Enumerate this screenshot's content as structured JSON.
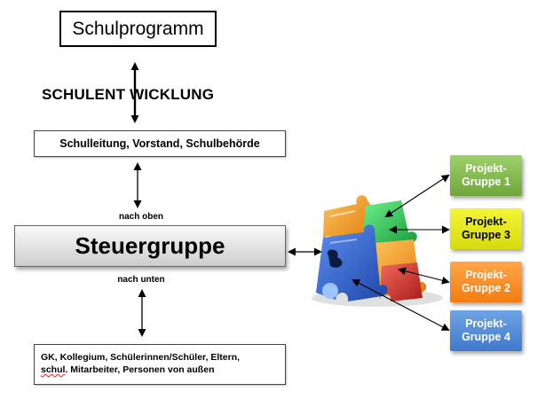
{
  "nodes": {
    "schulprogramm": "Schulprogramm",
    "schulentwicklung": "SCHULENT WICKLUNG",
    "schulleitung": "Schulleitung, Vorstand, Schulbehörde",
    "nach_oben": "nach oben",
    "steuergruppe": "Steuergruppe",
    "nach_unten": "nach unten",
    "stakeholders_line1": "GK, Kollegium, Schülerinnen/Schüler, Eltern,",
    "stakeholders_line2_underlined": "schul",
    "stakeholders_line2_rest": ". Mitarbeiter, Personen von außen"
  },
  "project_groups": [
    {
      "line1": "Projekt-",
      "line2": "Gruppe 1",
      "color": "#86bd50"
    },
    {
      "line1": "Projekt-",
      "line2": "Gruppe 3",
      "color": "#e8ea1f"
    },
    {
      "line1": "Projekt-",
      "line2": "Gruppe 2",
      "color": "#f8902a"
    },
    {
      "line1": "Projekt-",
      "line2": "Gruppe 4",
      "color": "#548fd8"
    }
  ],
  "colors": {
    "text": "#000000",
    "puzzle_blue": "#2f63c7",
    "puzzle_green": "#2fc45c",
    "puzzle_orange": "#f39a1e",
    "puzzle_red": "#d8322b"
  }
}
